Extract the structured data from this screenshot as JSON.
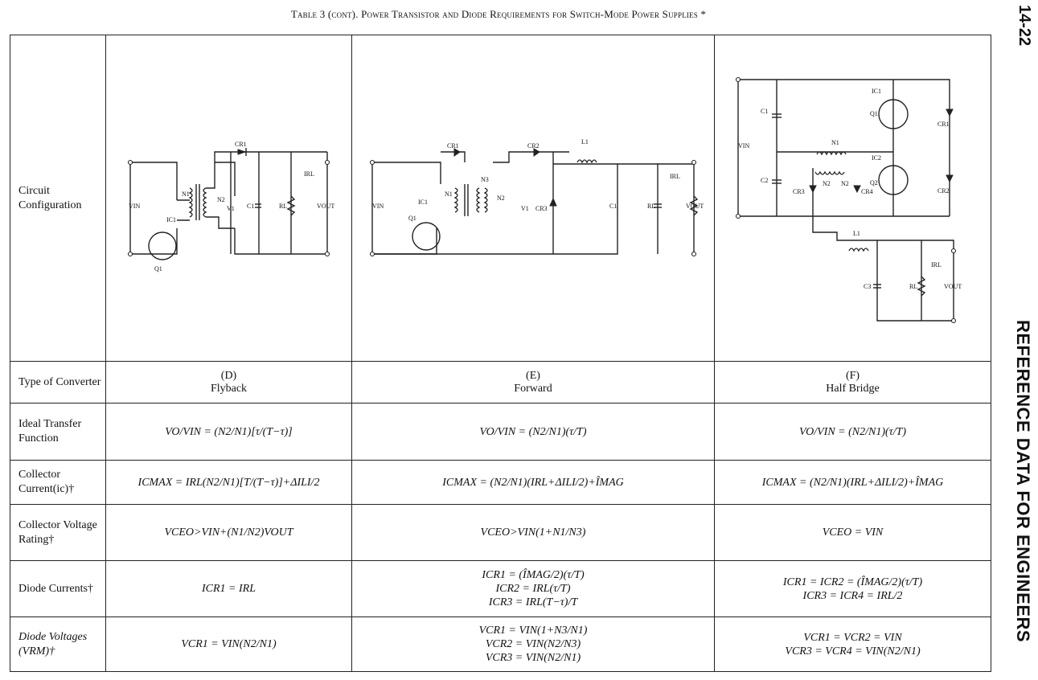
{
  "header": {
    "title": "Table 3 (cont). Power Transistor and Diode Requirements for Switch-Mode Power Supplies *",
    "page_number": "14-22",
    "side_title": "REFERENCE DATA FOR ENGINEERS"
  },
  "row_labels": {
    "circuit": "Circuit Configuration",
    "type": "Type of Converter",
    "transfer": "Ideal Transfer Function",
    "collector_current": "Collector Current(ic)†",
    "collector_voltage": "Collector Voltage Rating†",
    "diode_currents": "Diode Currents†",
    "diode_voltages": "Diode Voltages (VRM)†"
  },
  "columns": [
    {
      "type_letter": "(D)",
      "type_name": "Flyback",
      "transfer": "VO/VIN = (N2/N1)[τ/(T−τ)]",
      "collector_current": "ICMAX = IRL(N2/N1)[T/(T−τ)]+ΔILI/2",
      "collector_voltage": "VCEO>VIN+(N1/N2)VOUT",
      "diode_currents": [
        "ICR1 = IRL"
      ],
      "diode_voltages": [
        "VCR1 = VIN(N2/N1)"
      ]
    },
    {
      "type_letter": "(E)",
      "type_name": "Forward",
      "transfer": "VO/VIN = (N2/N1)(τ/T)",
      "collector_current": "ICMAX = (N2/N1)(IRL+ΔILI/2)+ÎMAG",
      "collector_voltage": "VCEO>VIN(1+N1/N3)",
      "diode_currents": [
        "ICR1 = (ÎMAG/2)(τ/T)",
        "ICR2 = IRL(τ/T)",
        "ICR3 = IRL(T−τ)/T"
      ],
      "diode_voltages": [
        "VCR1 = VIN(1+N3/N1)",
        "VCR2 = VIN(N2/N3)",
        "VCR3 = VIN(N2/N1)"
      ]
    },
    {
      "type_letter": "(F)",
      "type_name": "Half Bridge",
      "transfer": "VO/VIN = (N2/N1)(τ/T)",
      "collector_current": "ICMAX = (N2/N1)(IRL+ΔILI/2)+ÎMAG",
      "collector_voltage": "VCEO = VIN",
      "diode_currents": [
        "ICR1 = ICR2 = (ÎMAG/2)(τ/T)",
        "ICR3 = ICR4 = IRL/2"
      ],
      "diode_voltages": [
        "VCR1 = VCR2 = VIN",
        "VCR3 = VCR4 = VIN(N2/N1)"
      ]
    }
  ],
  "circuit_labels": {
    "flyback": [
      "VIN",
      "N1",
      "N2",
      "IC1",
      "Q1",
      "CR1",
      "V1",
      "C1",
      "RL",
      "IRL",
      "VOUT"
    ],
    "forward": [
      "VIN",
      "CR1",
      "N1",
      "N2",
      "N3",
      "IC1",
      "Q1",
      "CR2",
      "L1",
      "V1",
      "CR3",
      "C1",
      "RL",
      "IRL",
      "VOUT"
    ],
    "half_bridge": [
      "VIN",
      "C1",
      "C2",
      "IC1",
      "IC2",
      "Q1",
      "Q2",
      "CR1",
      "CR2",
      "N1",
      "N2",
      "CR3",
      "CR4",
      "L1",
      "C3",
      "RL",
      "IRL",
      "VOUT"
    ]
  }
}
